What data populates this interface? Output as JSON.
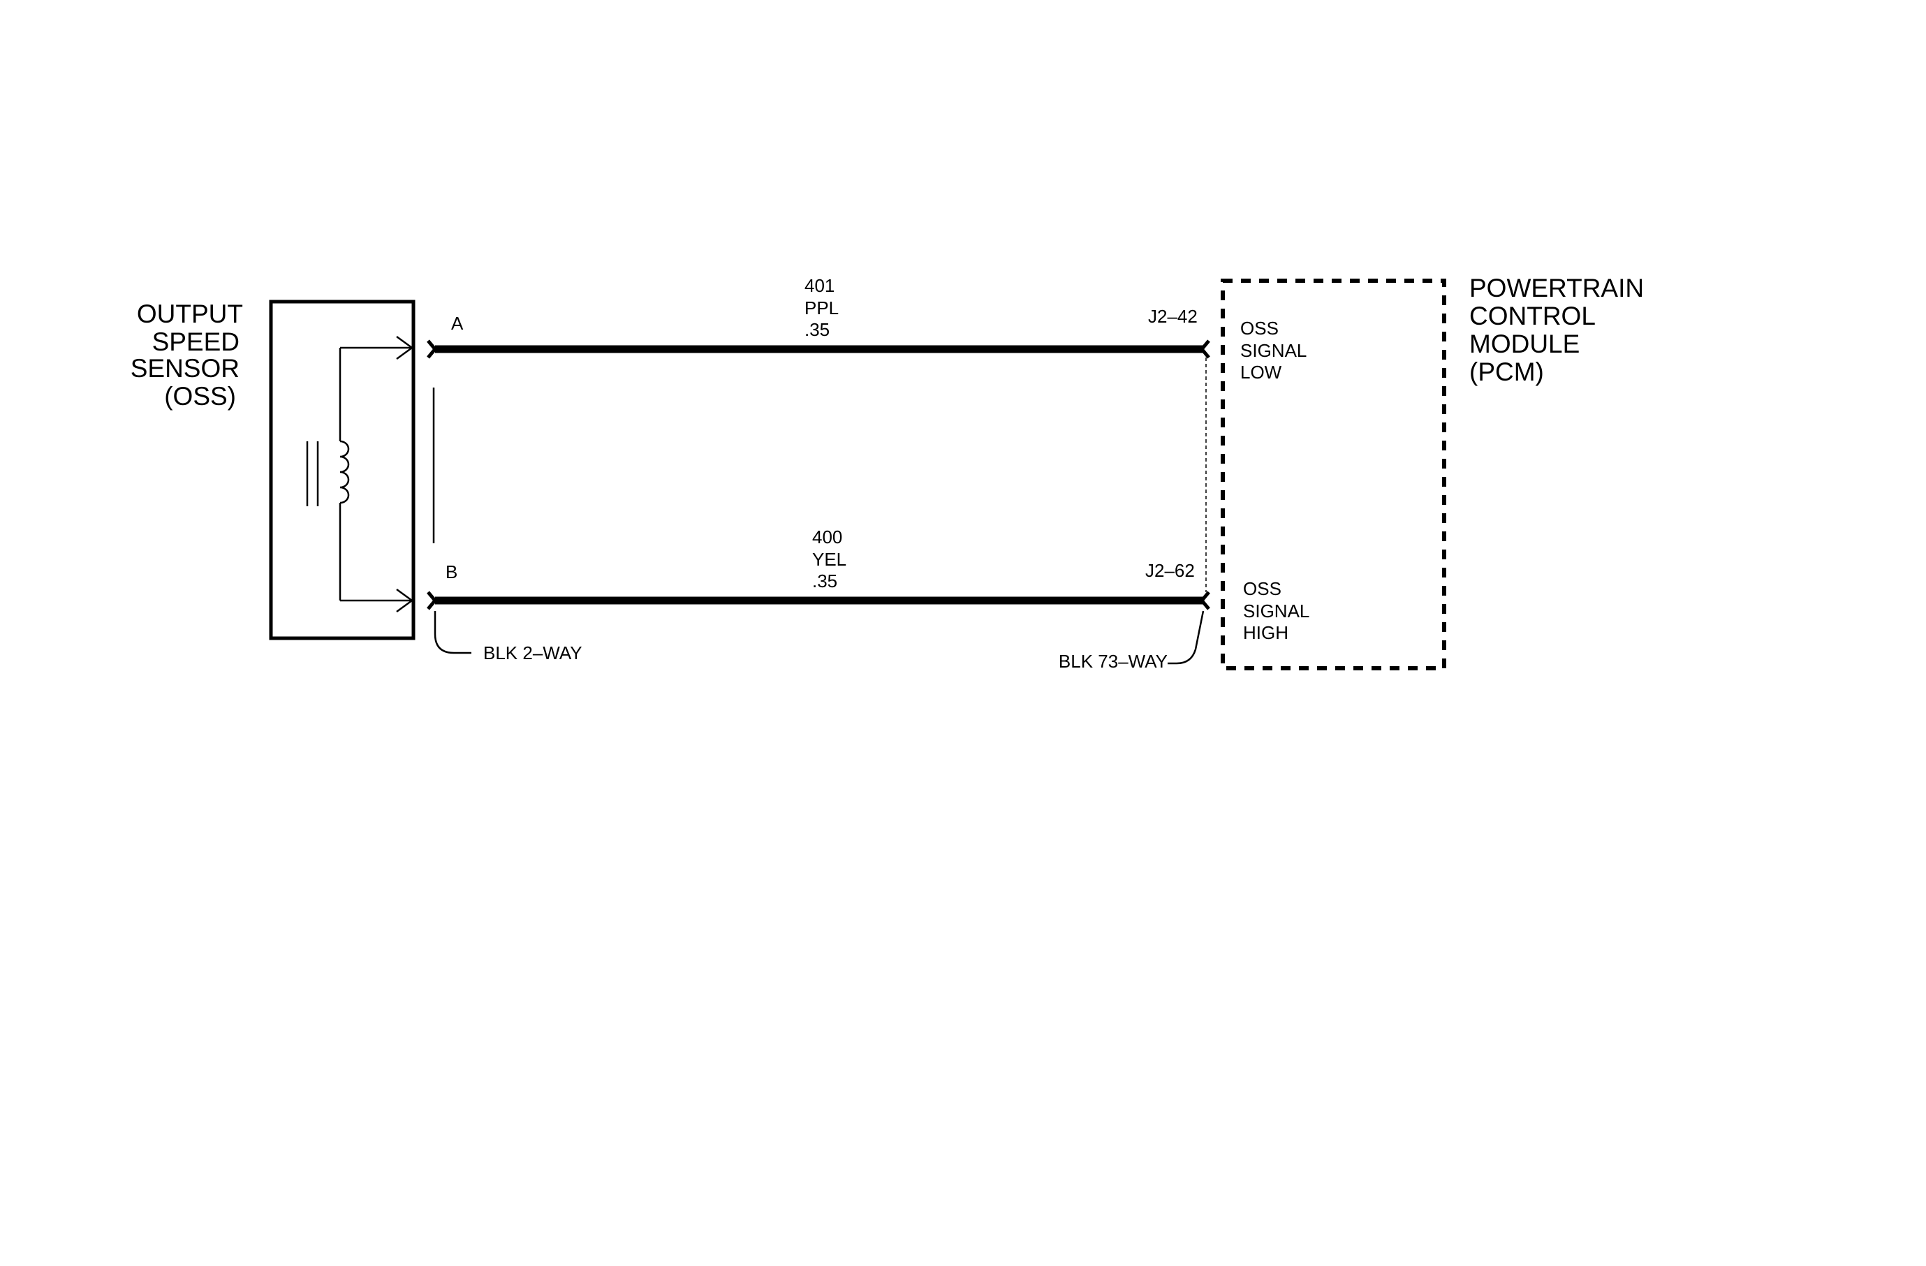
{
  "sensor": {
    "label_lines": [
      "OUTPUT",
      "SPEED",
      "SENSOR",
      "(OSS)"
    ]
  },
  "module": {
    "label_lines": [
      "POWERTRAIN",
      "CONTROL",
      "MODULE",
      "(PCM)"
    ]
  },
  "wires": [
    {
      "pin_sensor": "A",
      "circuit_lines": [
        "401",
        "PPL",
        ".35"
      ],
      "pin_module": "J2–42",
      "signal_lines": [
        "OSS",
        "SIGNAL",
        "LOW"
      ]
    },
    {
      "pin_sensor": "B",
      "circuit_lines": [
        "400",
        "YEL",
        ".35"
      ],
      "pin_module": "J2–62",
      "signal_lines": [
        "OSS",
        "SIGNAL",
        "HIGH"
      ]
    }
  ],
  "connectors": {
    "sensor_side": "BLK 2–WAY",
    "module_side": "BLK 73–WAY"
  }
}
